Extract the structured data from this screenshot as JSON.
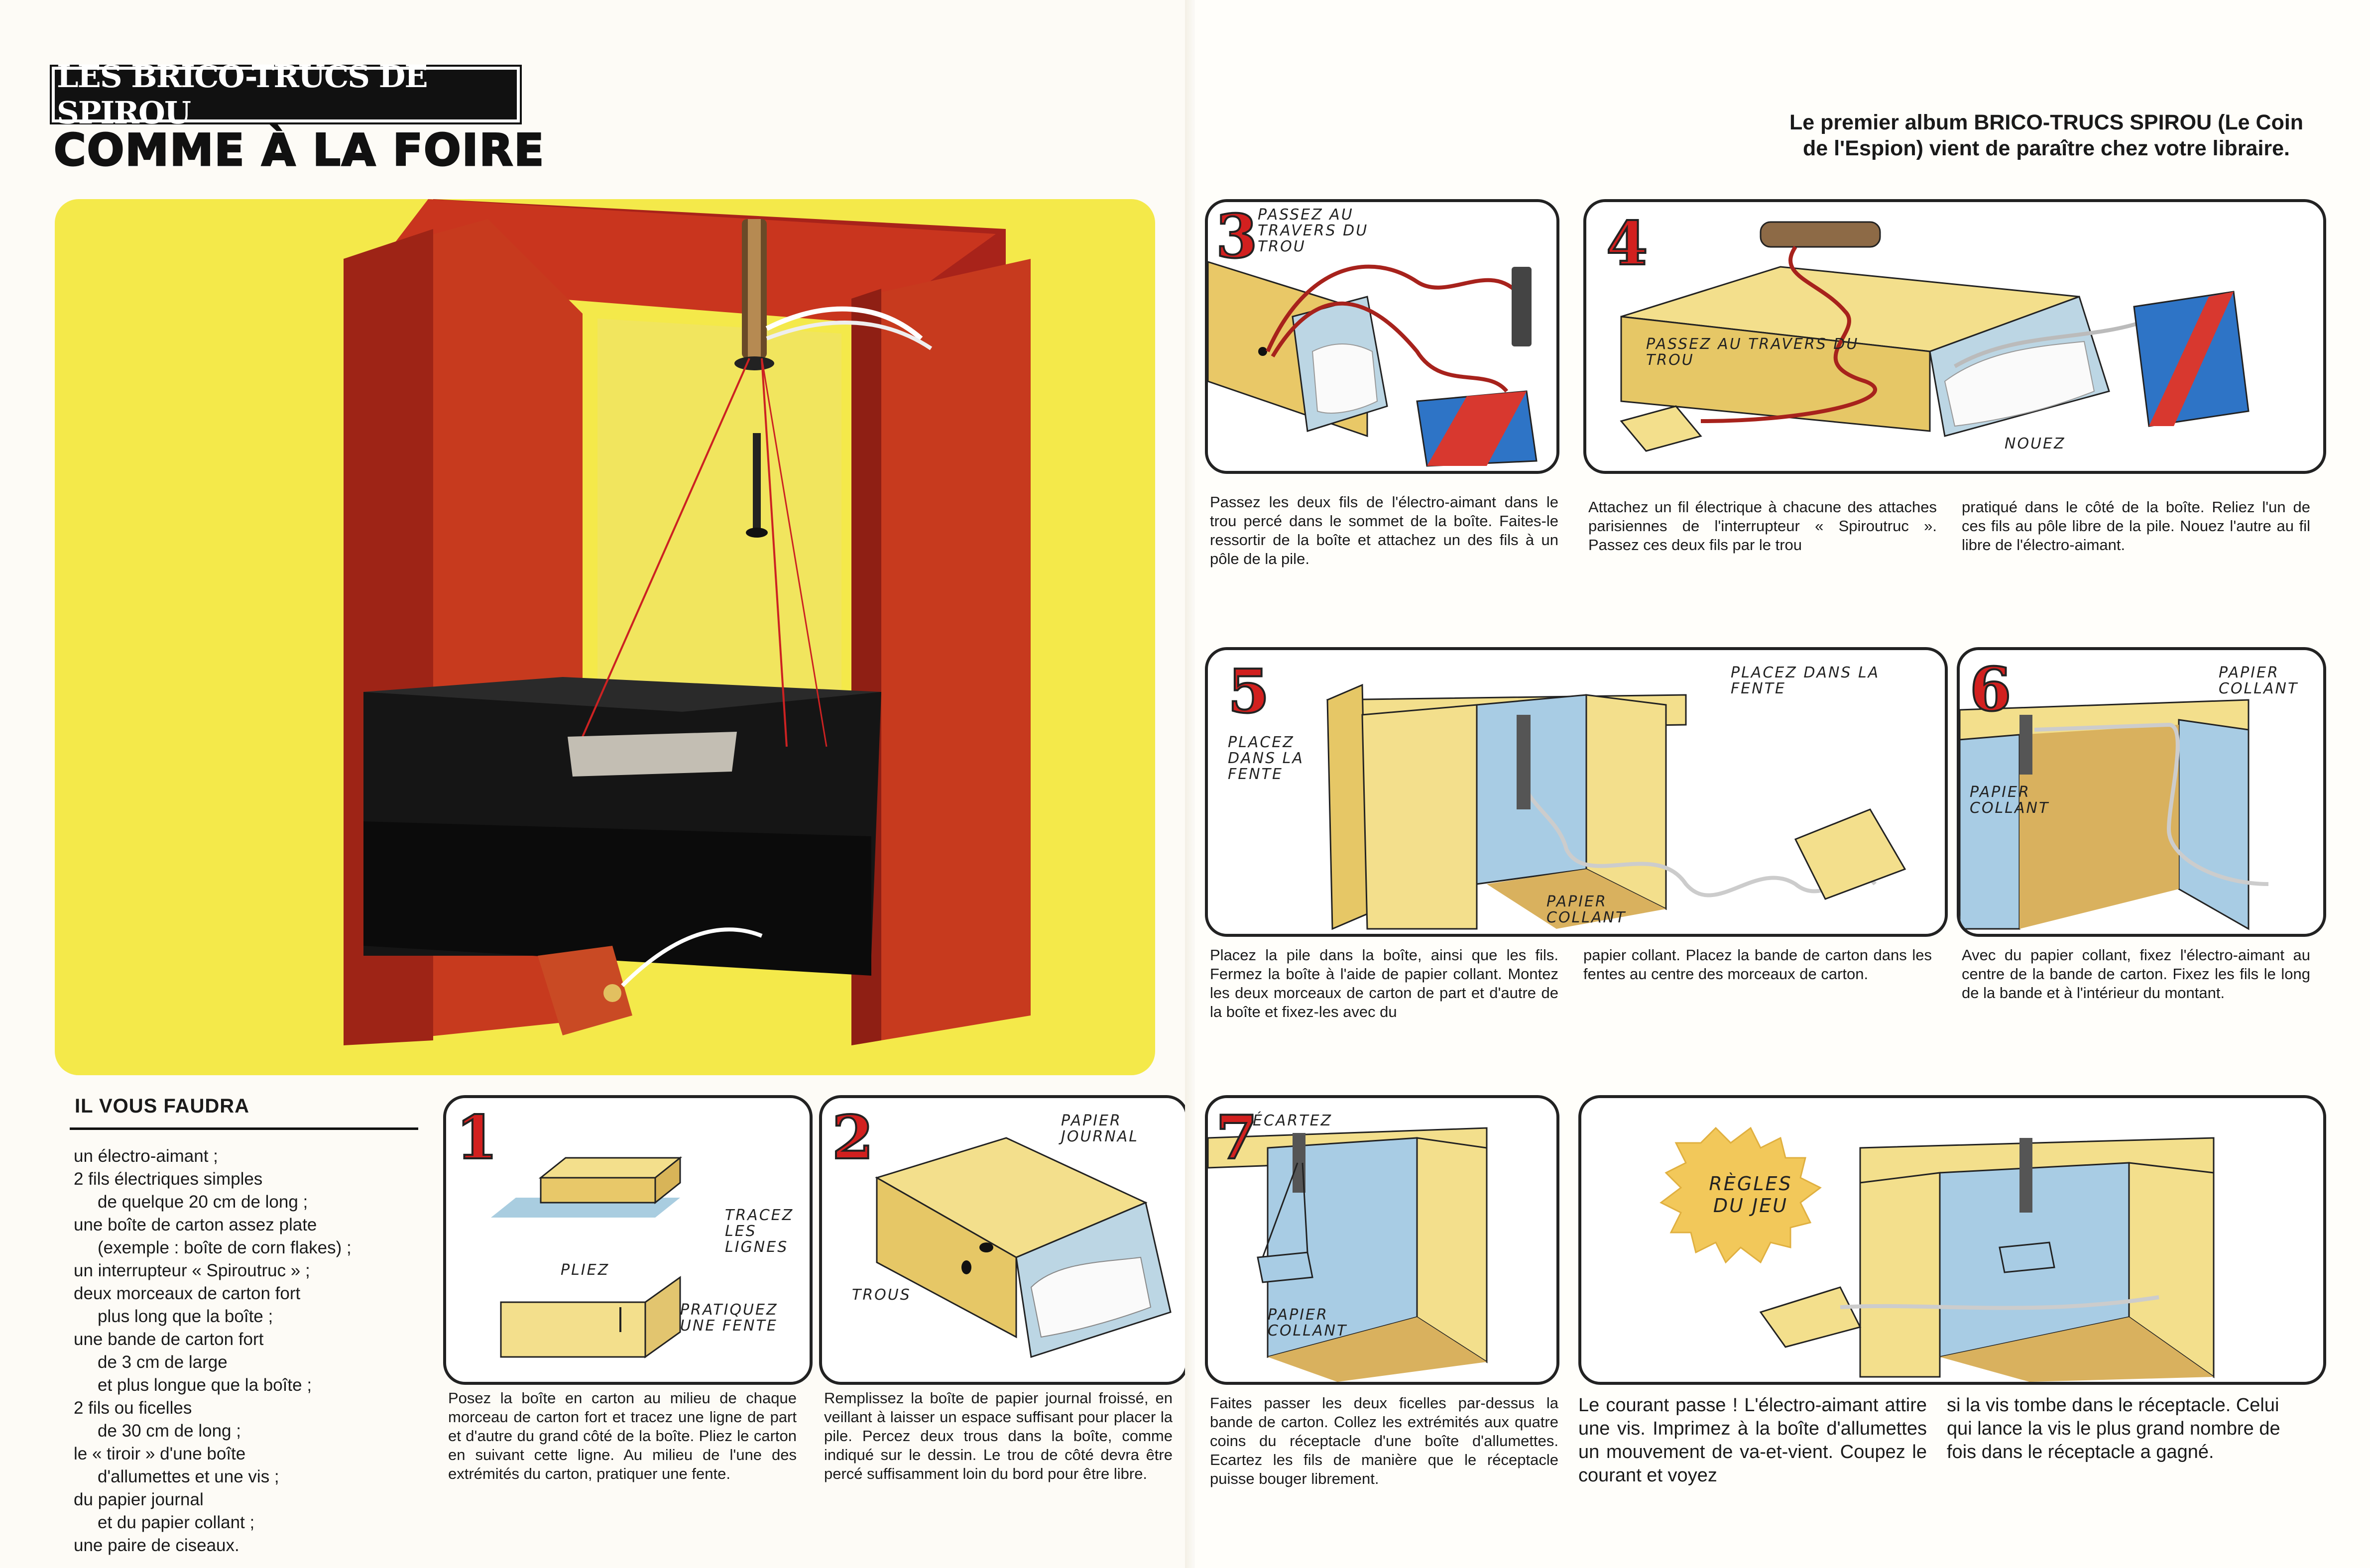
{
  "header": {
    "series": "LES BRICO-TRUCS DE SPIROU",
    "title": "COMME À LA FOIRE"
  },
  "album_note": "Le premier album BRICO-TRUCS SPIROU (Le Coin de l'Espion) vient de paraître chez votre libraire.",
  "needs": {
    "title": "IL VOUS FAUDRA",
    "items": [
      "un électro-aimant ;",
      "2 fils électriques simples",
      "de quelque 20 cm de long ;",
      "une boîte de carton assez plate",
      "(exemple : boîte de corn flakes) ;",
      "un interrupteur « Spiroutruc » ;",
      "deux morceaux de carton fort",
      "plus long que la boîte ;",
      "une bande de carton fort",
      "de 3 cm de large",
      "et plus longue que la boîte ;",
      "2 fils ou ficelles",
      "de 30 cm de long ;",
      "le « tiroir » d'une boîte",
      "d'allumettes et une vis ;",
      "du papier journal",
      "et du papier collant ;",
      "une paire de ciseaux."
    ]
  },
  "steps": {
    "s1": {
      "number": "1",
      "labels": [
        "TRACEZ LES LIGNES",
        "PLIEZ",
        "PRATIQUEZ UNE FENTE"
      ],
      "caption": "Posez la boîte en carton au milieu de chaque morceau de carton fort et tracez une ligne de part et d'autre du grand côté de la boîte. Pliez le carton en suivant cette ligne. Au milieu de l'une des extrémités du carton, pratiquer une fente."
    },
    "s2": {
      "number": "2",
      "labels": [
        "PAPIER JOURNAL",
        "TROUS"
      ],
      "caption": "Remplissez la boîte de papier journal froissé, en veillant à laisser un espace suffisant pour placer la pile. Percez deux trous dans la boîte, comme indiqué sur le dessin. Le trou de côté devra être percé suffisamment loin du bord pour être libre."
    },
    "s3": {
      "number": "3",
      "labels": [
        "PASSEZ AU TRAVERS DU TROU"
      ],
      "caption": "Passez les deux fils de l'électro-aimant dans le trou percé dans le sommet de la boîte. Faites-le ressortir de la boîte et attachez un des fils à un pôle de la pile."
    },
    "s4": {
      "number": "4",
      "labels": [
        "PASSEZ AU TRAVERS DU TROU",
        "NOUEZ"
      ],
      "caption_a": "Attachez un fil électrique à chacune des attaches parisiennes de l'interrupteur « Spiroutruc ». Passez ces deux fils par le trou",
      "caption_b": "pratiqué dans le côté de la boîte. Reliez l'un de ces fils au pôle libre de la pile. Nouez l'autre au fil libre de l'électro-aimant."
    },
    "s5": {
      "number": "5",
      "labels": [
        "PLACEZ DANS LA FENTE",
        "PLACEZ DANS LA FENTE",
        "PAPIER COLLANT"
      ],
      "caption_a": "Placez la pile dans la boîte, ainsi que les fils. Fermez la boîte à l'aide de papier collant. Montez les deux morceaux de carton de part et d'autre de la boîte et fixez-les avec du",
      "caption_b": "papier collant. Placez la bande de carton dans les fentes au centre des morceaux de carton."
    },
    "s6": {
      "number": "6",
      "labels": [
        "PAPIER COLLANT",
        "PAPIER COLLANT"
      ],
      "caption": "Avec du papier collant, fixez l'électro-aimant au centre de la bande de carton. Fixez les fils le long de la bande et à l'intérieur du montant."
    },
    "s7": {
      "number": "7",
      "labels": [
        "ÉCARTEZ",
        "PAPIER COLLANT"
      ],
      "caption": "Faites passer les deux ficelles par-dessus la bande de carton. Collez les extrémités aux quatre coins du réceptacle d'une boîte d'allumettes. Ecartez les fils de manière que le réceptacle puisse bouger librement."
    },
    "rules": {
      "label": "RÈGLES DU JEU",
      "caption_a": "Le courant passe ! L'électro-aimant attire une vis. Imprimez à la boîte d'allumettes un mouvement de va-et-vient. Coupez le courant et voyez",
      "caption_b": "si la vis tombe dans le réceptacle. Celui qui lance la vis le plus grand nombre de fois dans le réceptacle a gagné."
    }
  },
  "colors": {
    "photo_bg": "#f4e94a",
    "frame_red": "#c8321d",
    "base_black": "#111111",
    "number_red": "#d2201f",
    "drawing_yellow": "#f3df8c",
    "battery_blue": "#2e74c6"
  }
}
